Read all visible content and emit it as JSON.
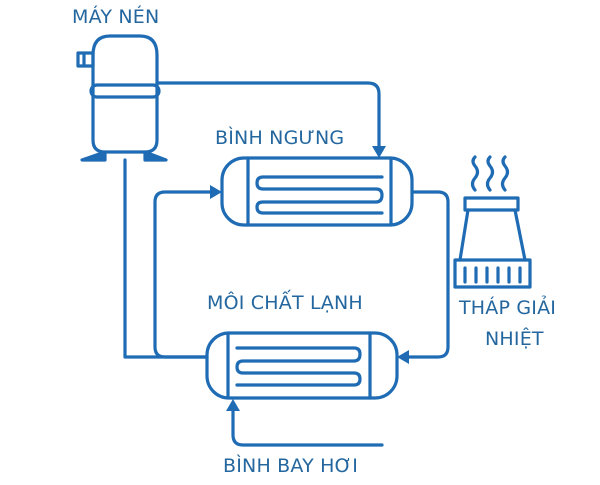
{
  "labels": {
    "compressor": "MÁY NÉN",
    "condenser": "BÌNH NGƯNG",
    "refrigerant": "MÔI CHẤT LẠNH",
    "cooling_tower_line1": "THÁP GIẢI",
    "cooling_tower_line2": "NHIỆT",
    "evaporator": "BÌNH BAY HƠI"
  },
  "colors": {
    "line": "#1f6cb5",
    "text": "#24679f"
  }
}
